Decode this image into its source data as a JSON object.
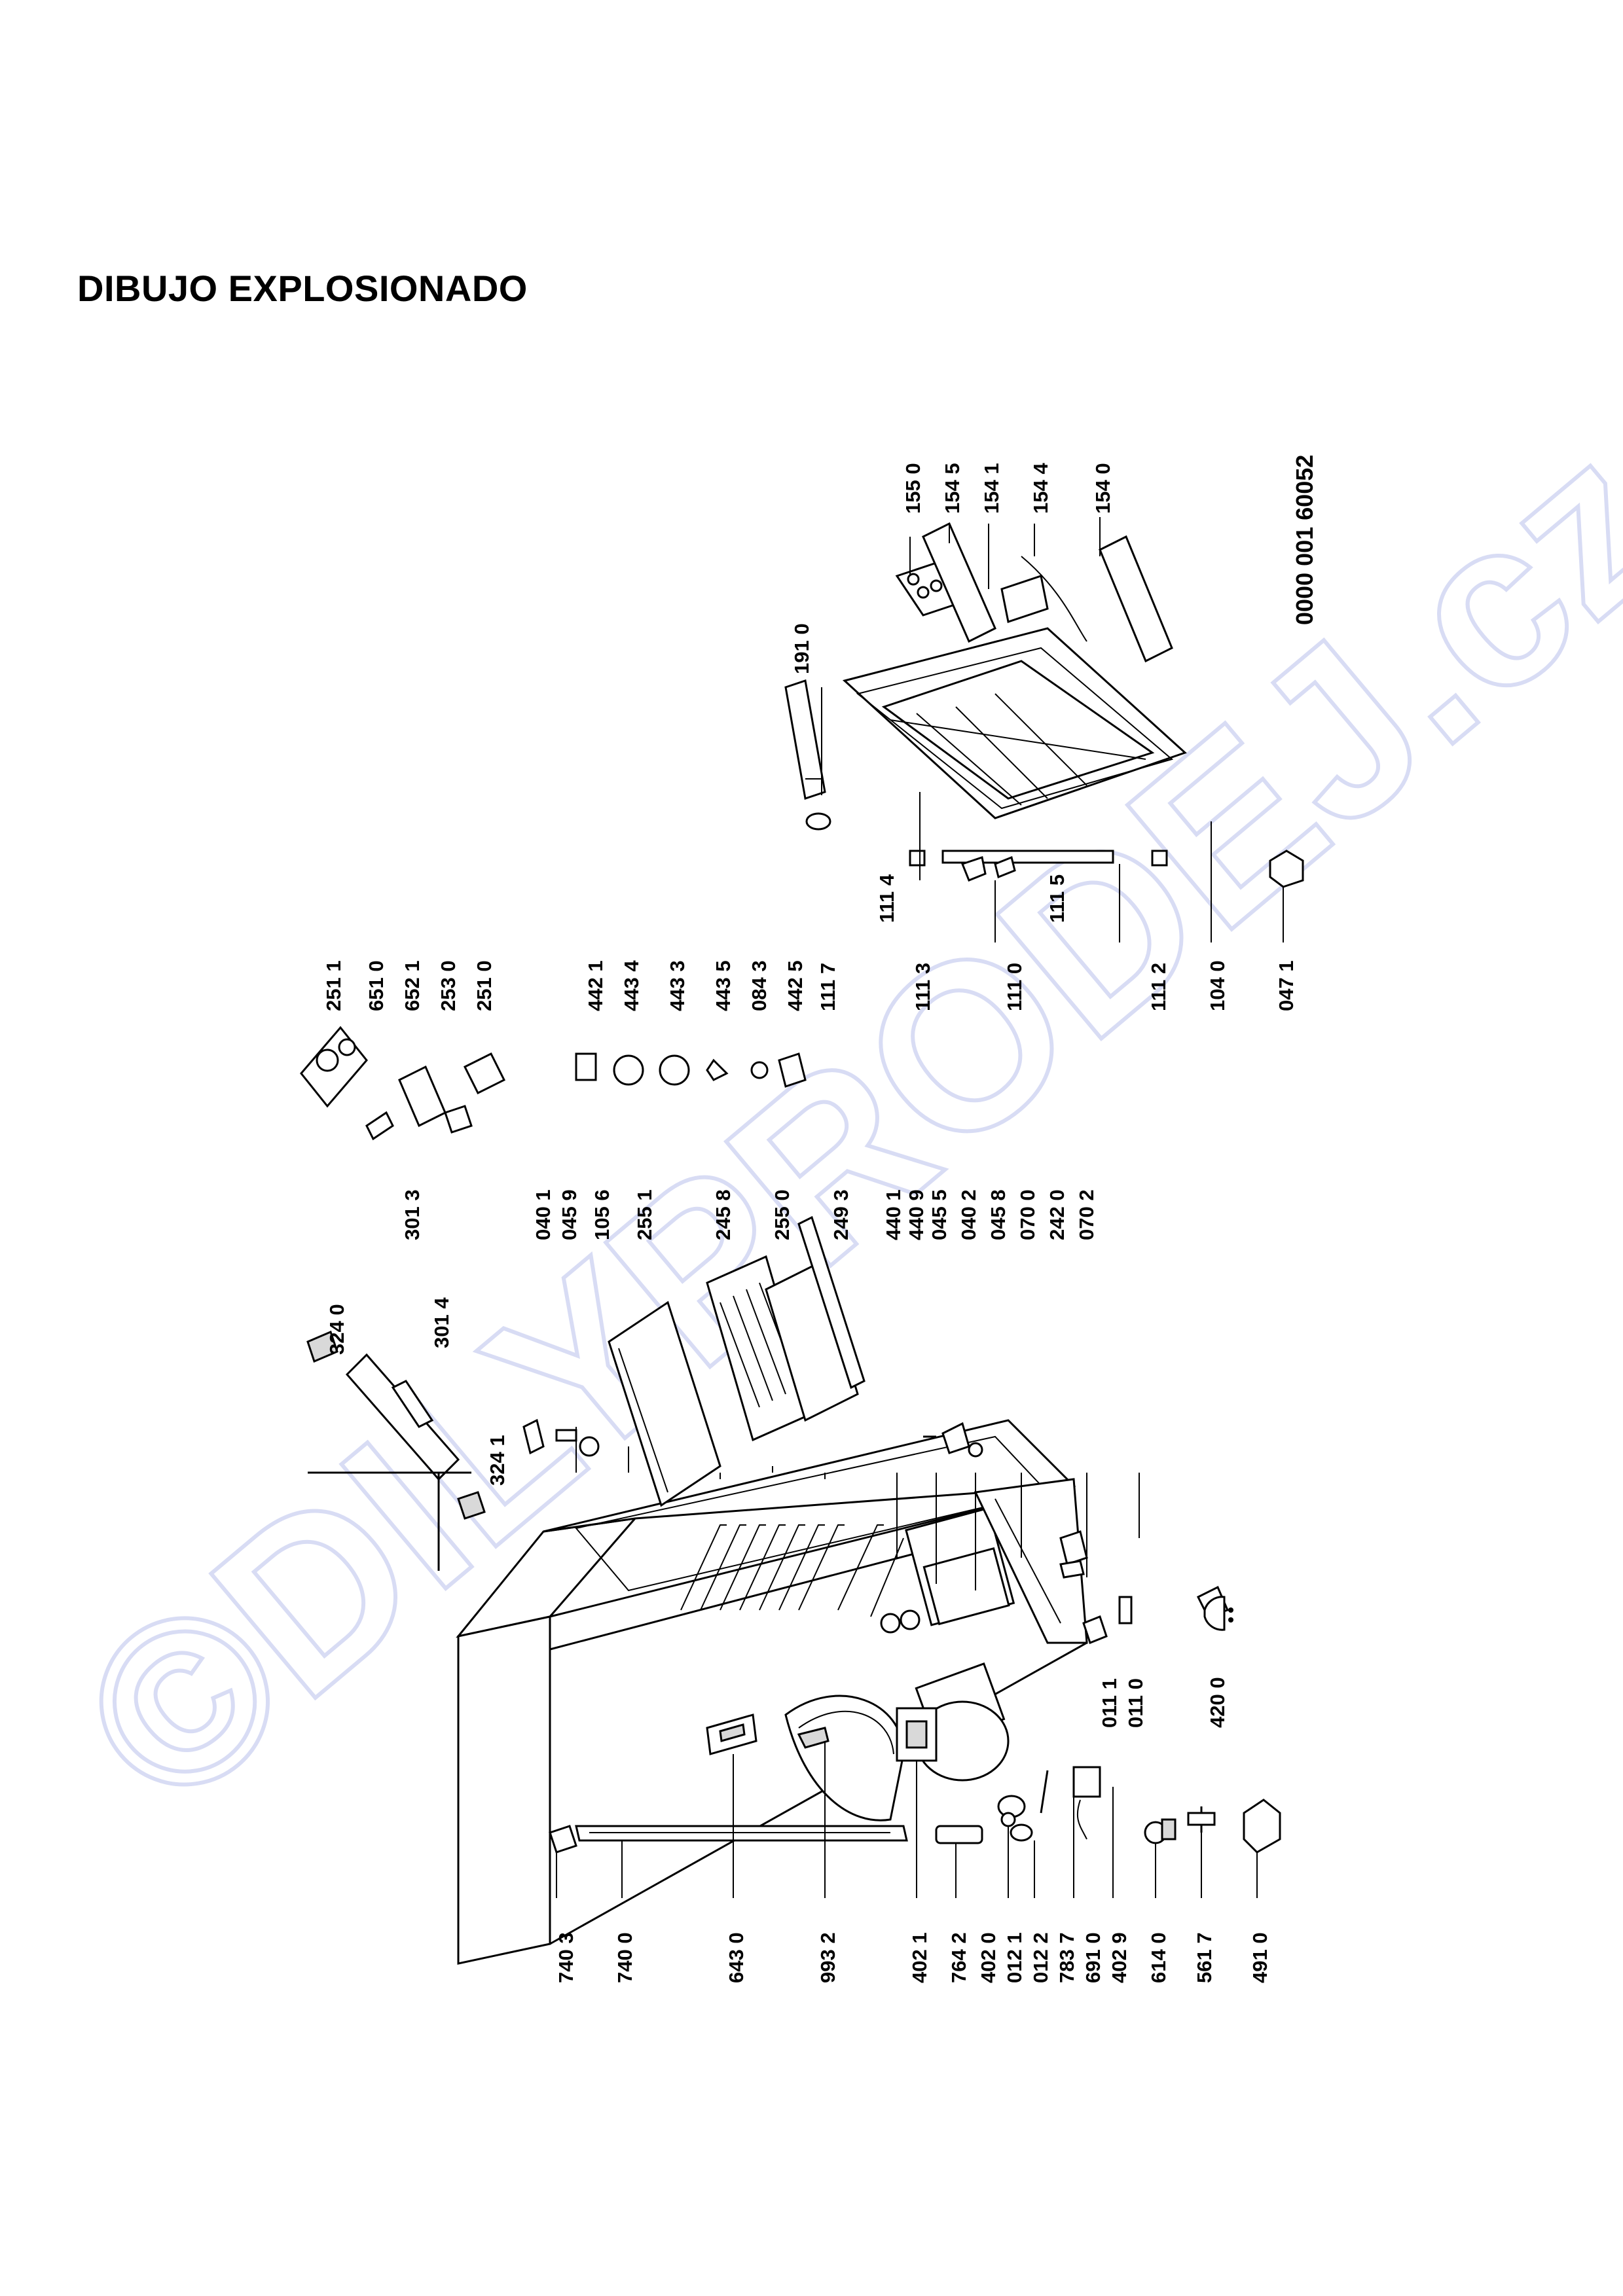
{
  "title": "DIBUJO EXPLOSIONADO",
  "document_number": "0000 001 60052",
  "watermark": "©DILYPRODEJ.cz",
  "labels": {
    "p2511": "251 1",
    "p6510": "651 0",
    "p6521": "652 1",
    "p2530": "253 0",
    "p2510": "251 0",
    "p4421": "442 1",
    "p4434": "443 4",
    "p4433": "443 3",
    "p4435": "443 5",
    "p0843": "084 3",
    "p4425": "442 5",
    "p1117": "111 7",
    "p1114": "111 4",
    "p1115": "111 5",
    "p1113": "111 3",
    "p1110": "111 0",
    "p1112": "111 2",
    "p1040": "104 0",
    "p0471": "047 1",
    "p1910": "191 0",
    "p1550": "155 0",
    "p1545": "154 5",
    "p1541": "154 1",
    "p1544": "154 4",
    "p1540": "154 0",
    "p3013": "301 3",
    "p3240": "324 0",
    "p3014": "301 4",
    "p3241": "324 1",
    "p0401": "040 1",
    "p0459": "045 9",
    "p1056": "105 6",
    "p2551": "255 1",
    "p2458": "245 8",
    "p2550": "255 0",
    "p2493": "249 3",
    "p4401": "440 1",
    "p4409": "440 9",
    "p0455": "045 5",
    "p0402": "040 2",
    "p0458": "045 8",
    "p0700": "070 0",
    "p2420": "242 0",
    "p0702": "070 2",
    "p0111": "011 1",
    "p0110": "011 0",
    "p4200": "420 0",
    "p7403": "740 3",
    "p7400": "740 0",
    "p6430": "643 0",
    "p9932": "993 2",
    "p4021": "402 1",
    "p7642": "764 2",
    "p4020": "402 0",
    "p0121": "012 1",
    "p0122": "012 2",
    "p7837": "783 7",
    "p6910": "691 0",
    "p4029": "402 9",
    "p6140": "614 0",
    "p5617": "561 7",
    "p4910": "491 0"
  }
}
